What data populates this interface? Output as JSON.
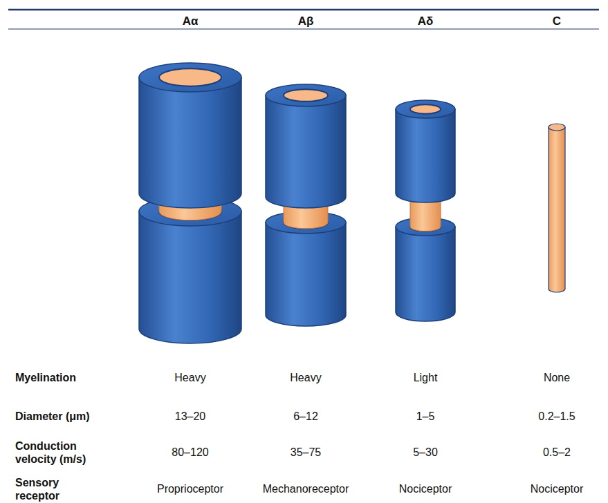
{
  "diagram": {
    "labels": [
      "Aα",
      "Aβ",
      "Aδ",
      "C",
      "Myelination",
      "Heavy",
      "Heavy",
      "Light",
      "None",
      "Diameter (μm)",
      "13–20",
      "6–12",
      "1–5",
      "0.2–1.5",
      "Conduction velocity (m/s)",
      "80–120",
      "35–75",
      "5–30",
      "0.5–2",
      "Sensory receptor",
      "Proprioceptor",
      "Mechanoreceptor",
      "Nociceptor",
      "Nociceptor"
    ]
  }
}
